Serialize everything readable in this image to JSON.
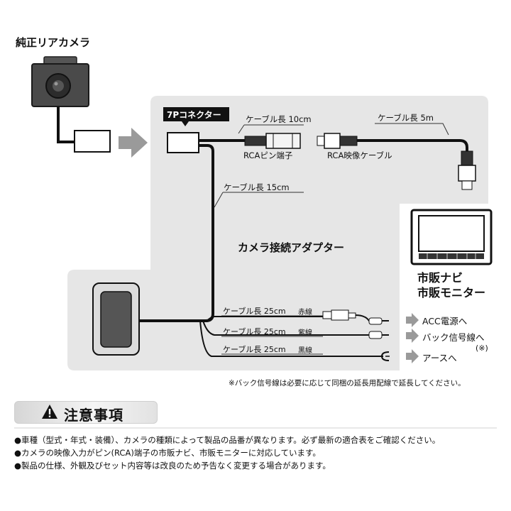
{
  "camera": {
    "title": "純正リアカメラ"
  },
  "connector": {
    "label": "7Pコネクター"
  },
  "cables": {
    "c10": "ケーブル長 10cm",
    "c5m": "ケーブル長 5m",
    "c15": "ケーブル長 15cm",
    "red_len": "ケーブル長 25cm",
    "red_col": "赤線",
    "purple_len": "ケーブル長 25cm",
    "purple_col": "紫線",
    "black_len": "ケーブル長 25cm",
    "black_col": "黒線"
  },
  "parts": {
    "rca_terminal": "RCAピン端子",
    "rca_cable": "RCA映像ケーブル",
    "adapter": "カメラ接続アダプター"
  },
  "navi": {
    "line1": "市販ナビ",
    "line2": "市販モニター"
  },
  "outputs": {
    "acc": "ACC電源へ",
    "back": "バック信号線へ",
    "back_mark": "(※)",
    "earth": "アースへ"
  },
  "footnote": "※バック信号線は必要に応じて同梱の延長用配線で延長してください。",
  "caution": {
    "title": "注意事項",
    "items": [
      "●車種（型式・年式・装備）、カメラの種類によって製品の品番が異なります。必ず最新の適合表をご確認ください。",
      "●カメラの映像入力がピン(RCA)端子の市販ナビ、市販モニターに対応しています。",
      "●製品の仕様、外観及びセット内容等は改良のため予告なく変更する場合があります。"
    ]
  },
  "colors": {
    "panel": "#e6e6e6",
    "arrow": "#9a9a9a",
    "wire": "#111111"
  }
}
